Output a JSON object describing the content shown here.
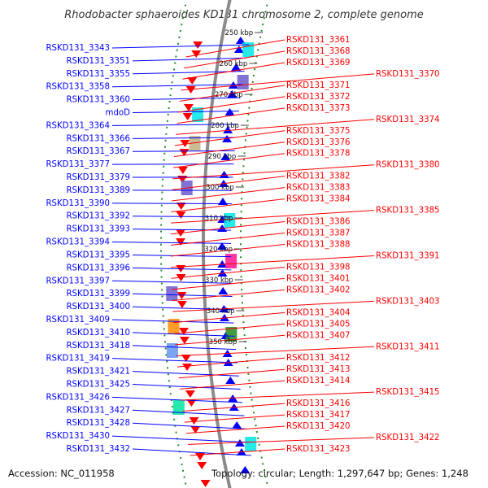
{
  "title": "Rhodobacter sphaeroides KD131 chromosome 2, complete genome",
  "accession": "Accession: NC_011958",
  "summary": "Topology: circular; Length: 1,297,647 bp; Genes: 1,248",
  "colors": {
    "forward": "#ff0000",
    "reverse": "#0000ff",
    "backbone": "#8c8c8c",
    "ticks": "#228b22"
  },
  "ticks": [
    "250 kbp",
    "260 kbp",
    "270 kbp",
    "280 kbp",
    "290 kbp",
    "300 kbp",
    "310 kbp",
    "320 kbp",
    "330 kbp",
    "340 kbp",
    "350 kbp"
  ],
  "left_labels": [
    "RSKD131_3343",
    "RSKD131_3351",
    "RSKD131_3355",
    "RSKD131_3358",
    "RSKD131_3360",
    "mdoD",
    "RSKD131_3364",
    "RSKD131_3366",
    "RSKD131_3367",
    "RSKD131_3377",
    "RSKD131_3379",
    "RSKD131_3389",
    "RSKD131_3390",
    "RSKD131_3392",
    "RSKD131_3393",
    "RSKD131_3394",
    "RSKD131_3395",
    "RSKD131_3396",
    "RSKD131_3397",
    "RSKD131_3399",
    "RSKD131_3400",
    "RSKD131_3409",
    "RSKD131_3410",
    "RSKD131_3418",
    "RSKD131_3419",
    "RSKD131_3421",
    "RSKD131_3425",
    "RSKD131_3426",
    "RSKD131_3427",
    "RSKD131_3428",
    "RSKD131_3430",
    "RSKD131_3432"
  ],
  "right_labels": [
    "RSKD131_3361",
    "RSKD131_3368",
    "RSKD131_3369",
    "RSKD131_3370",
    "RSKD131_3371",
    "RSKD131_3372",
    "RSKD131_3373",
    "RSKD131_3374",
    "RSKD131_3375",
    "RSKD131_3376",
    "RSKD131_3378",
    "RSKD131_3380",
    "RSKD131_3382",
    "RSKD131_3383",
    "RSKD131_3384",
    "RSKD131_3385",
    "RSKD131_3386",
    "RSKD131_3387",
    "RSKD131_3388",
    "RSKD131_3391",
    "RSKD131_3398",
    "RSKD131_3401",
    "RSKD131_3402",
    "RSKD131_3403",
    "RSKD131_3404",
    "RSKD131_3405",
    "RSKD131_3407",
    "RSKD131_3411",
    "RSKD131_3412",
    "RSKD131_3413",
    "RSKD131_3414",
    "RSKD131_3415",
    "RSKD131_3416",
    "RSKD131_3417",
    "RSKD131_3420",
    "RSKD131_3422",
    "RSKD131_3423"
  ]
}
